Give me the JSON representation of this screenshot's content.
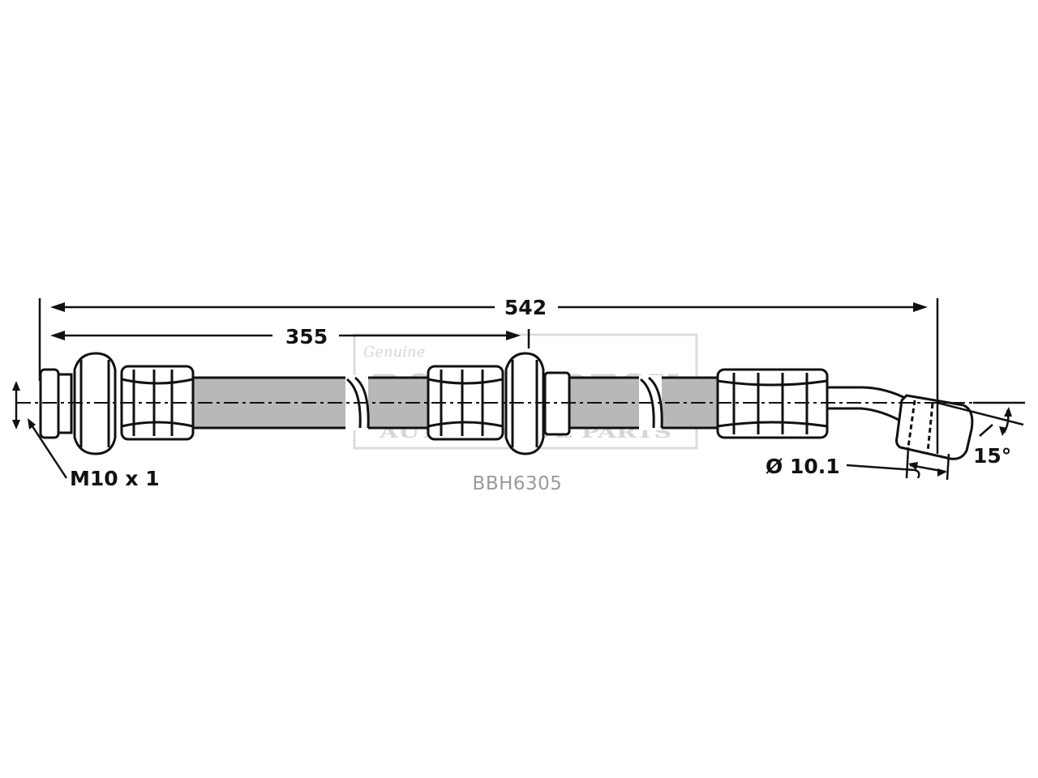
{
  "dimensions": {
    "overall_length": "542",
    "intermediate_length": "355",
    "thread": "M10 x 1",
    "diameter": "Ø 10.1",
    "angle": "15°"
  },
  "part_number": "BBH6305",
  "watermark": {
    "brand": "BORG & BECK",
    "script": "Genuine",
    "tagline": "AUTOMOTIVE PARTS"
  },
  "colors": {
    "line": "#111111",
    "hose_fill": "#b8b8b8",
    "fitting_fill": "#ffffff",
    "watermark": "#d6d6d6",
    "part_label": "#9a9a9a"
  }
}
